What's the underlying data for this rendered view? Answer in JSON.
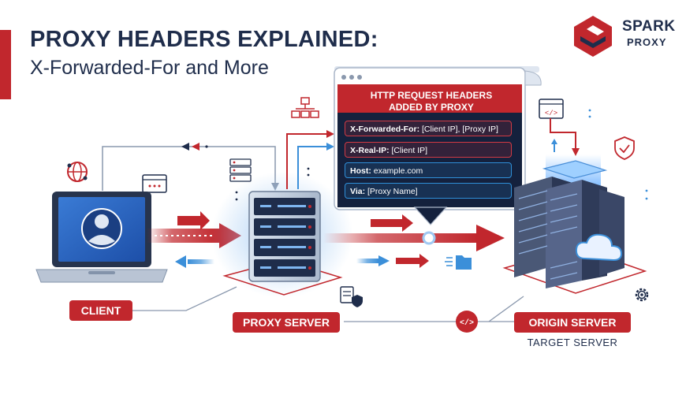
{
  "title": {
    "line1": "PROXY HEADERS EXPLAINED:",
    "line2": "X-Forwarded-For and More"
  },
  "brand": {
    "name": "SPARK",
    "sub": "PROXY"
  },
  "panel": {
    "heading_line1": "HTTP REQUEST HEADERS",
    "heading_line2": "ADDED BY PROXY",
    "rows": [
      {
        "key": "X-Forwarded-For:",
        "value": "[Client IP], [Proxy IP]"
      },
      {
        "key": "X-Real-IP:",
        "value": "[Client IP]"
      },
      {
        "key": "Host:",
        "value": "example.com"
      },
      {
        "key": "Via:",
        "value": "[Proxy Name]"
      }
    ]
  },
  "nodes": {
    "client": "CLIENT",
    "proxy": "PROXY SERVER",
    "origin": "ORIGIN SERVER",
    "origin_sub": "TARGET SERVER"
  },
  "icons": [
    "spark-proxy-logo-icon",
    "globe-network-icon",
    "browser-window-icon",
    "laptop-icon",
    "user-avatar-icon",
    "proxy-server-rack-icon",
    "network-hierarchy-icon",
    "server-list-icon",
    "code-window-icon",
    "shield-check-icon",
    "cloud-icon",
    "gear-icon",
    "document-shield-icon",
    "code-circle-icon",
    "folder-icon",
    "arrow-icon"
  ],
  "colors": {
    "brand_red": "#c1272d",
    "navy": "#1f2d4b",
    "panel_bg": "#14213d",
    "header_blue": "#2f8fd8",
    "flow_blue": "#3b8fd9"
  }
}
